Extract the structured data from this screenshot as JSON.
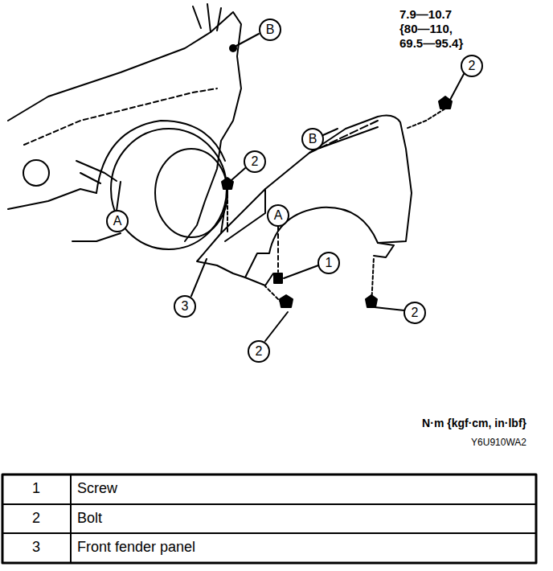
{
  "diagram": {
    "labels": [
      "7.9—10.7",
      "{80—110,",
      "69.5—95.4}",
      "2",
      "B",
      "B",
      "2",
      "A",
      "1",
      "A",
      "3",
      "2",
      "2",
      "N·m {kgf·cm, in·lbf}",
      "Y6U910WA2",
      "1",
      "Screw",
      "2",
      "Bolt",
      "3",
      "Front fender panel"
    ]
  }
}
